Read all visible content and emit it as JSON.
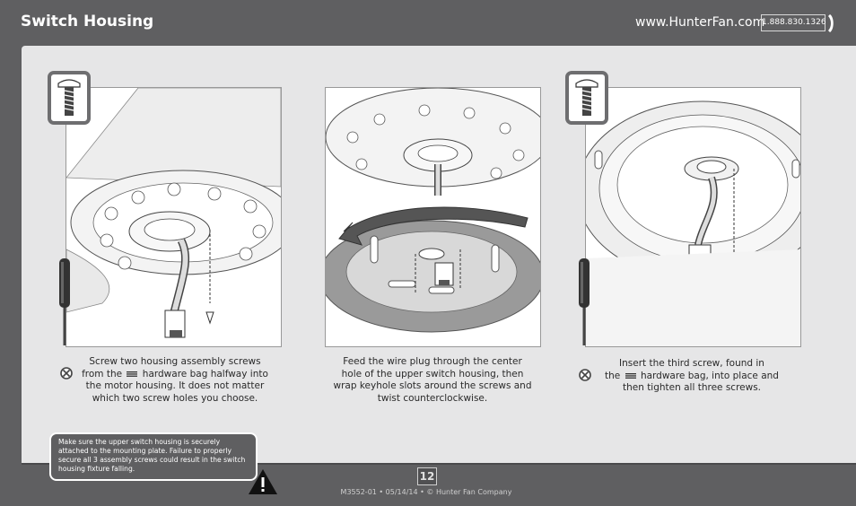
{
  "header": {
    "title": "Switch Housing",
    "website": "www.HunterFan.com",
    "phone": "1.888.830.1326"
  },
  "steps": [
    {
      "lines": [
        "Screw two housing assembly screws",
        "from the",
        "hardware bag halfway into",
        "the motor housing. It does not matter",
        "which two screw holes you choose."
      ],
      "has_screw_badge": true,
      "has_no_icon": true
    },
    {
      "lines": [
        "Feed the wire plug through the center",
        "hole of the upper switch housing, then",
        "wrap keyhole slots around the screws and",
        "twist counterclockwise."
      ],
      "has_screw_badge": false,
      "has_no_icon": false
    },
    {
      "lines": [
        "Insert the third screw, found in",
        "the",
        "hardware bag, into place and",
        "then tighten all three screws."
      ],
      "has_screw_badge": true,
      "has_no_icon": true
    }
  ],
  "warning": {
    "text": "Make sure the upper switch housing is securely attached to the mounting plate. Failure to properly secure all 3 assembly screws could result in the switch housing fixture falling."
  },
  "footer": {
    "page_number": "12",
    "doc_info": "M3552-01 • 05/14/14 • © Hunter Fan Company"
  },
  "colors": {
    "background": "#5f5f61",
    "panel": "#e6e6e7",
    "badge_border": "#6e6e70"
  },
  "icons": [
    "phone-icon",
    "screw-icon",
    "screwdriver-icon",
    "no-screwdriver-icon",
    "hardware-bag-icon",
    "warning-icon"
  ]
}
